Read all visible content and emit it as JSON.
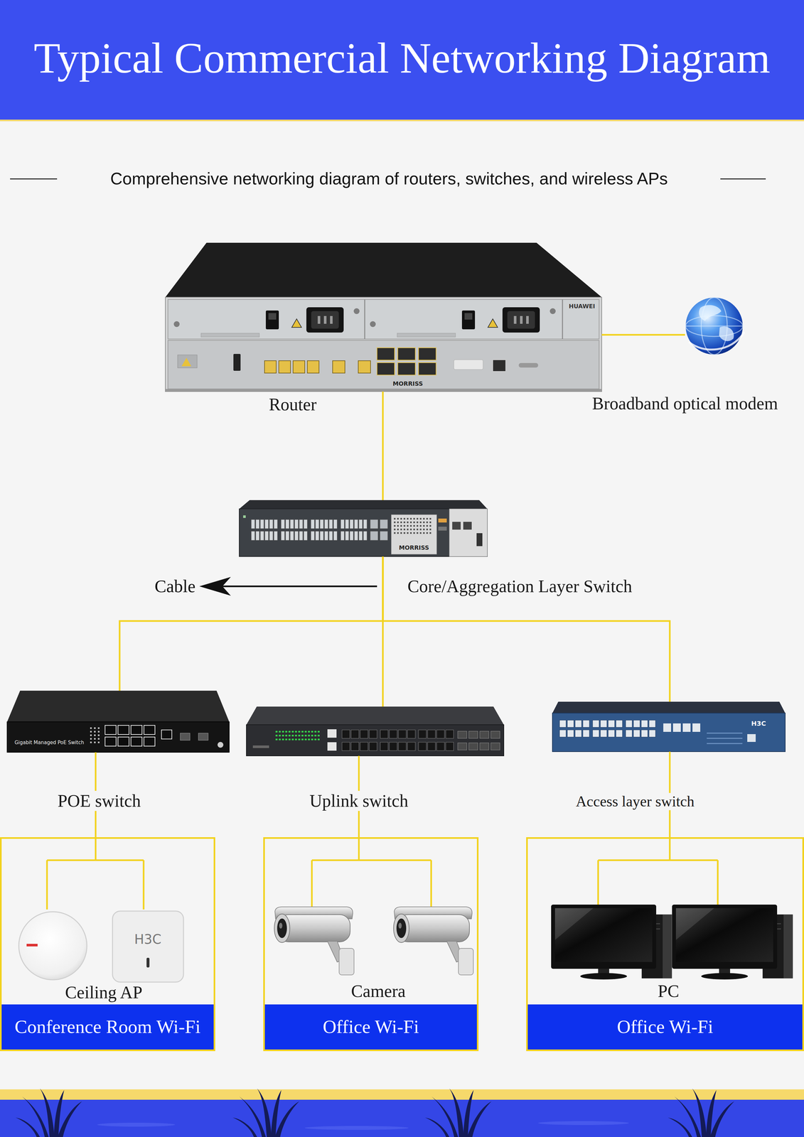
{
  "diagram": {
    "title": "Typical Commercial Networking Diagram",
    "nodes": [
      {
        "text": [
          "Router"
        ]
      },
      {
        "text": [
          "Broadband optical modem"
        ]
      },
      {
        "text": [
          "Core/Aggregation Layer Switch"
        ]
      },
      {
        "text": [
          "POE switch"
        ]
      },
      {
        "text": [
          "Uplink switch"
        ]
      },
      {
        "text": [
          "Access layer switch"
        ]
      },
      {
        "text": [
          "Ceiling AP"
        ]
      },
      {
        "text": [
          "Conference Room Wi-Fi"
        ],
        "in": 6
      },
      {
        "text": [
          "Camera"
        ]
      },
      {
        "text": [
          "Office Wi-Fi"
        ],
        "in": 8
      },
      {
        "text": [
          "PC"
        ]
      },
      {
        "text": [
          "Office Wi-Fi"
        ],
        "in": 10
      }
    ],
    "edges": [
      {
        "from": 0,
        "to": 1,
        "arrow": "none"
      },
      {
        "from": 0,
        "to": 2,
        "arrow": "none"
      },
      {
        "from": 2,
        "to": 3,
        "arrow": "none"
      },
      {
        "from": 2,
        "to": 4,
        "arrow": "none"
      },
      {
        "from": 2,
        "to": 5,
        "arrow": "none"
      },
      {
        "from": 3,
        "to": 6,
        "arrow": "none"
      },
      {
        "from": 4,
        "to": 8,
        "arrow": "none"
      },
      {
        "from": 5,
        "to": 10,
        "arrow": "none"
      }
    ],
    "labels": [
      "Comprehensive networking diagram of routers, switches, and wireless APs",
      "HUAWEI",
      "MORRISS",
      "MORRISS",
      "Cable",
      "H3C",
      "Gigabit Managed PoE Switch",
      "H3C"
    ]
  }
}
